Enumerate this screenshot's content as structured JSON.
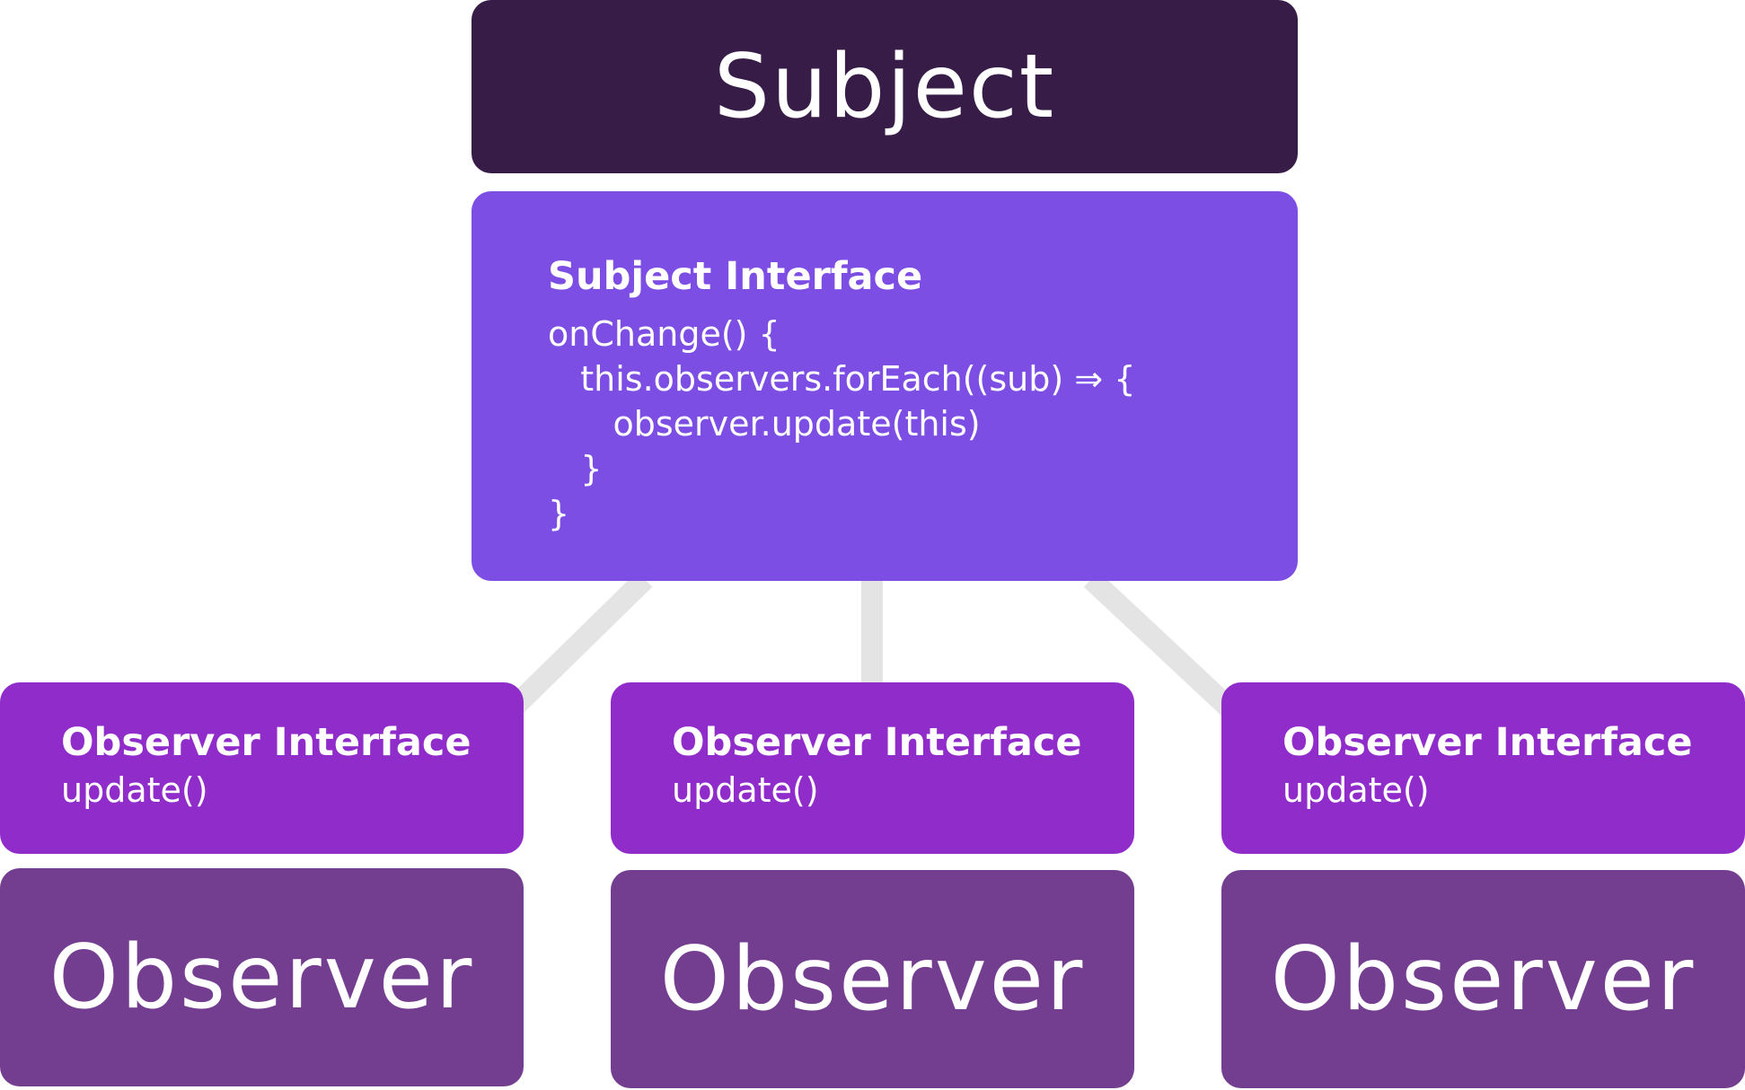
{
  "subject": {
    "title": "Subject"
  },
  "subject_interface": {
    "title": "Subject Interface",
    "code_lines": [
      "onChange() {",
      "   this.observers.forEach((sub) ⇒ {",
      "      observer.update(this)",
      "   }",
      "}"
    ]
  },
  "observers": [
    {
      "interface_title": "Observer Interface",
      "method": "update()",
      "title": "Observer"
    },
    {
      "interface_title": "Observer Interface",
      "method": "update()",
      "title": "Observer"
    },
    {
      "interface_title": "Observer Interface",
      "method": "update()",
      "title": "Observer"
    }
  ],
  "colors": {
    "subject": "#371c47",
    "subject_interface": "#7d4ee4",
    "observer_interface": "#902dca",
    "observer": "#733e90",
    "connector": "#e4e4e4"
  }
}
